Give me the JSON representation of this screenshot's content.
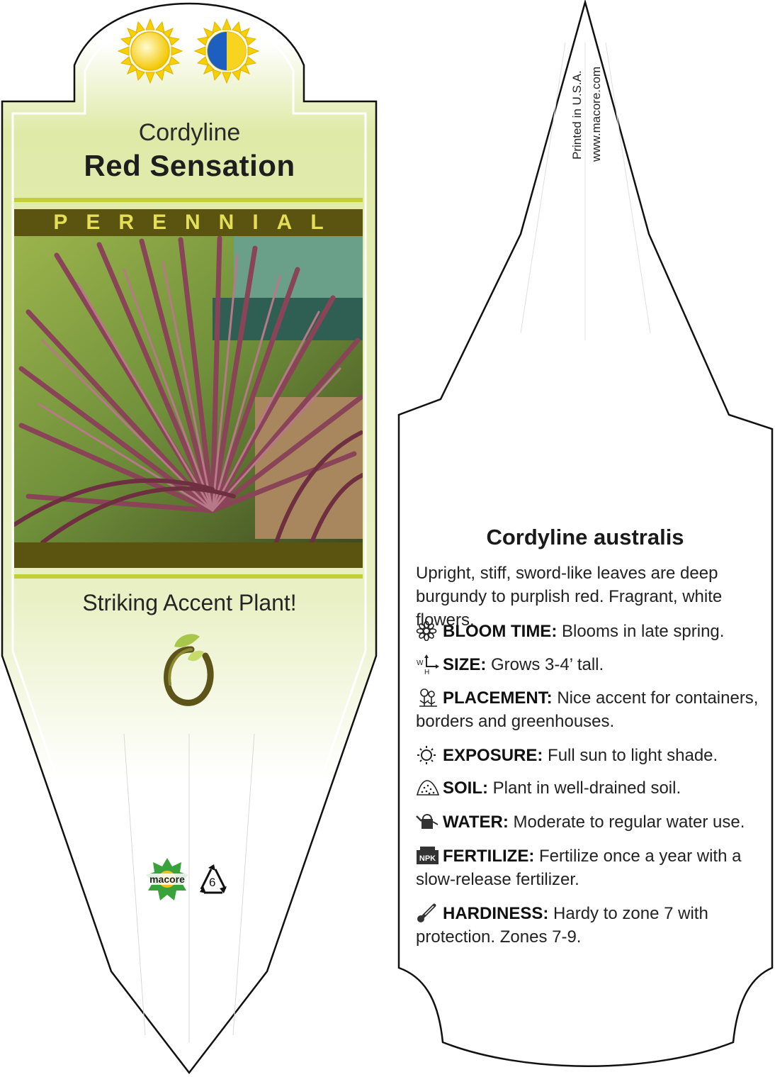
{
  "front": {
    "genus": "Cordyline",
    "cultivar": "Red Sensation",
    "category": "PERENNIAL",
    "tagline": "Striking Accent Plant!",
    "sun_icons": [
      "full-sun-icon",
      "part-sun-icon"
    ],
    "logo": "macore",
    "recycle_code": "6"
  },
  "back": {
    "printed_line1": "Printed in U.S.A.",
    "printed_line2": "www.macore.com",
    "species": "Cordyline australis",
    "description": "Upright, stiff, sword-like leaves are deep burgundy to purplish red. Fragrant, white flowers.",
    "attributes": [
      {
        "label": "BLOOM TIME:",
        "text": "Blooms in late spring.",
        "icon": "flower-icon"
      },
      {
        "label": "SIZE:",
        "text": "Grows 3-4’ tall.",
        "icon": "size-arrows-icon"
      },
      {
        "label": "PLACEMENT:",
        "text": "Nice accent for containers, borders and greenhouses.",
        "icon": "plants-icon"
      },
      {
        "label": "EXPOSURE:",
        "text": "Full sun to light shade.",
        "icon": "sun-outline-icon"
      },
      {
        "label": "SOIL:",
        "text": "Plant in well-drained soil.",
        "icon": "soil-icon"
      },
      {
        "label": "WATER:",
        "text": "Moderate to regular water use.",
        "icon": "watering-can-icon"
      },
      {
        "label": "FERTILIZE:",
        "text": "Fertilize once a year with a slow-release fertilizer.",
        "icon": "npk-icon"
      },
      {
        "label": "HARDINESS:",
        "text": "Hardy to zone 7 with protection. Zones 7-9.",
        "icon": "thermometer-icon"
      }
    ],
    "size_icon_letters": {
      "w": "W",
      "h": "H"
    },
    "npk_letters": "NPK"
  },
  "colors": {
    "olive_band": "#5a5410",
    "lime_rule": "#c2cf38",
    "lime_text": "#e4df54",
    "gradient_top": "#dde9a4",
    "foliage_burgundy": "#8a4458"
  }
}
